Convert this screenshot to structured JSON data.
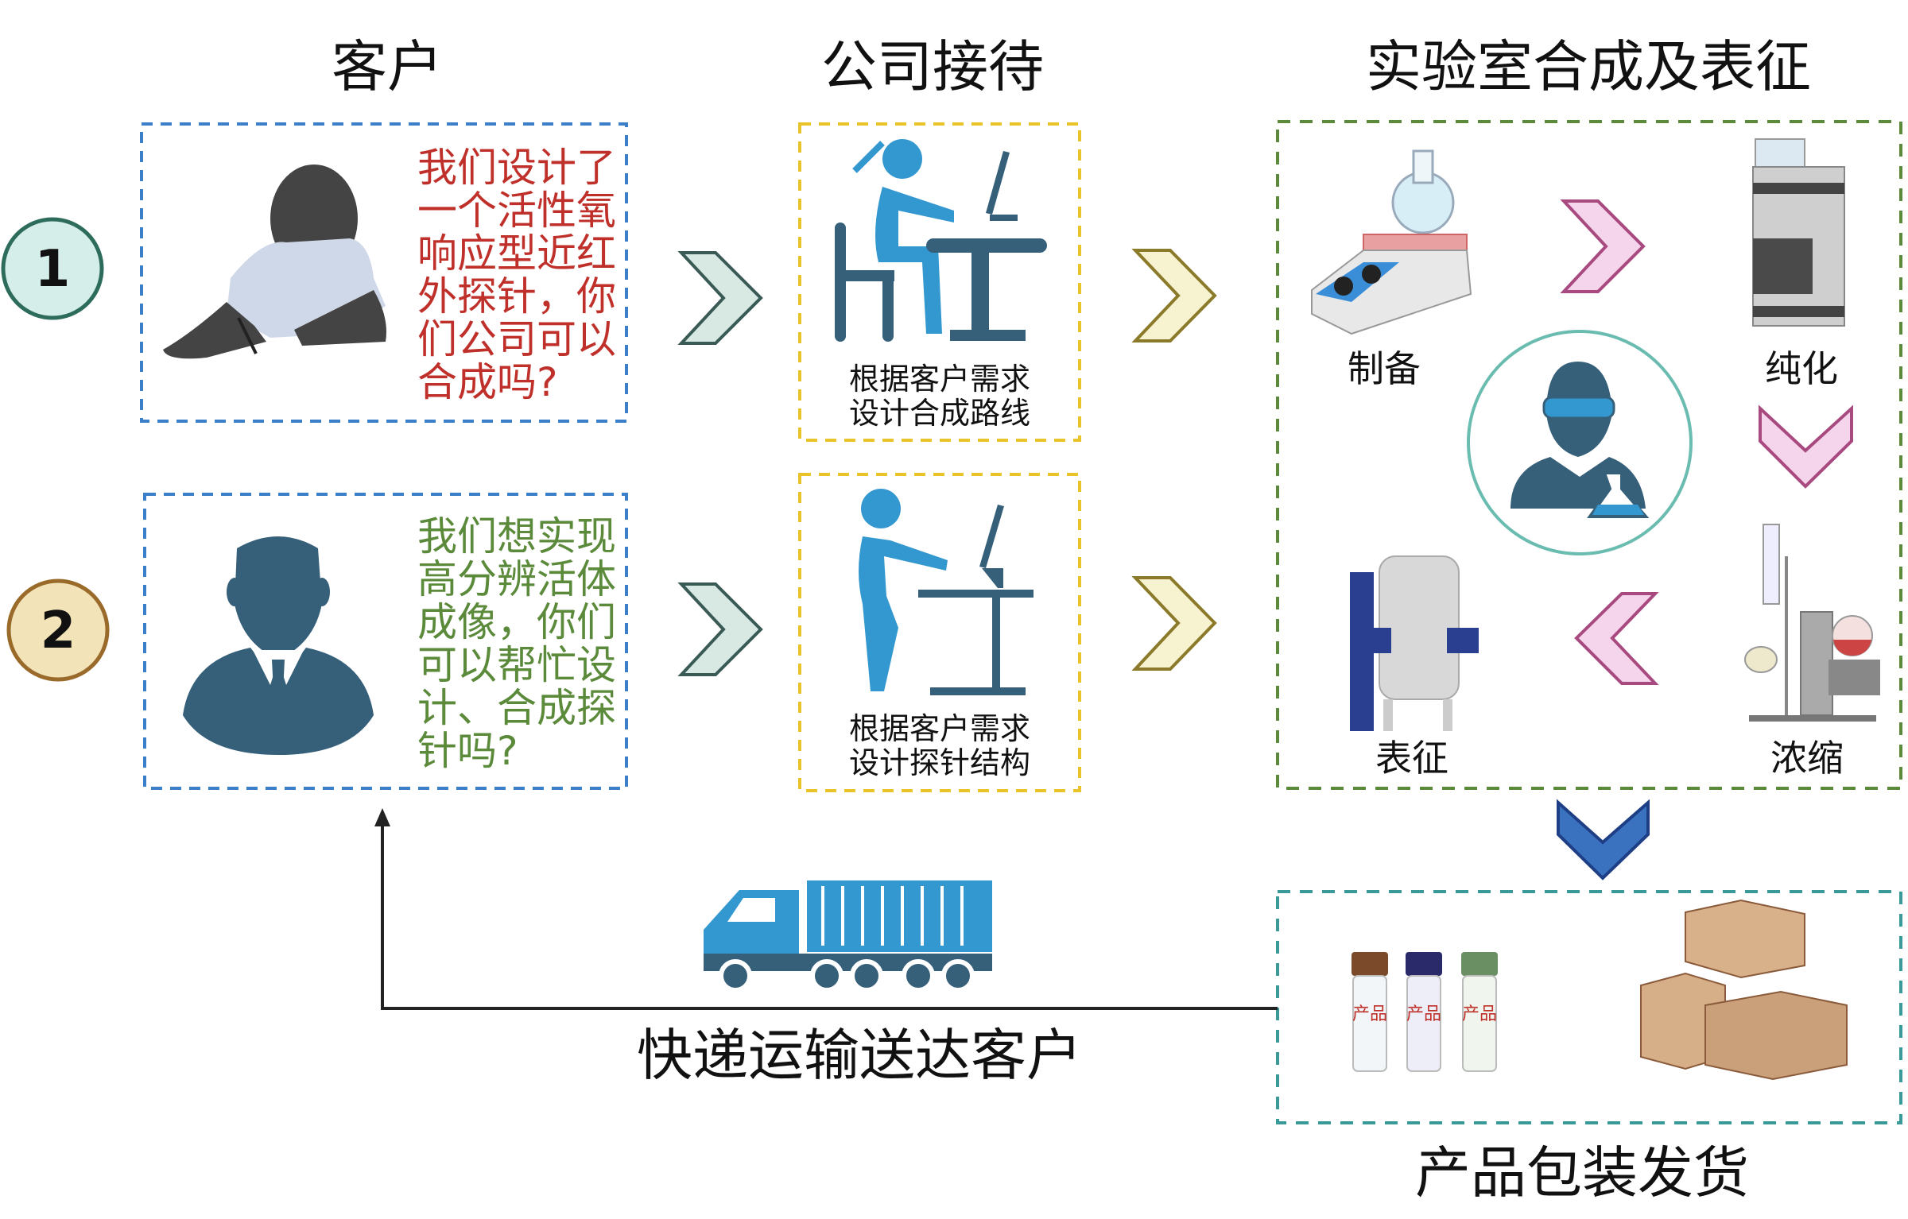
{
  "headers": {
    "customer": "客户",
    "company": "公司接待",
    "lab": "实验室合成及表征"
  },
  "steps": [
    {
      "number": "1",
      "question_lines": [
        "我们设计了",
        "一个活性氧",
        "响应型近红",
        "外探针，你",
        "们公司可以",
        "合成吗?"
      ],
      "service_lines": [
        "根据客户需求",
        "设计合成路线"
      ]
    },
    {
      "number": "2",
      "question_lines": [
        "我们想实现",
        "高分辨活体",
        "成像，你们",
        "可以帮忙设",
        "计、合成探",
        "针吗?"
      ],
      "service_lines": [
        "根据客户需求",
        "设计探针结构"
      ]
    }
  ],
  "lab_steps": {
    "prep": "制备",
    "purify": "纯化",
    "concentrate": "浓缩",
    "characterize": "表征"
  },
  "product_label": "产品",
  "delivery": "快递运输送达客户",
  "packaging": "产品包装发货",
  "colors": {
    "red_text": "#c0302a",
    "green_text": "#5a8a3a",
    "blue_dash": "#3a7fc8",
    "yellow_dash": "#e8c32a",
    "green_dash": "#5a8a3a",
    "teal_dash": "#3a9a9a",
    "dark_blue": "#36607a",
    "bright_blue": "#3498d0"
  }
}
